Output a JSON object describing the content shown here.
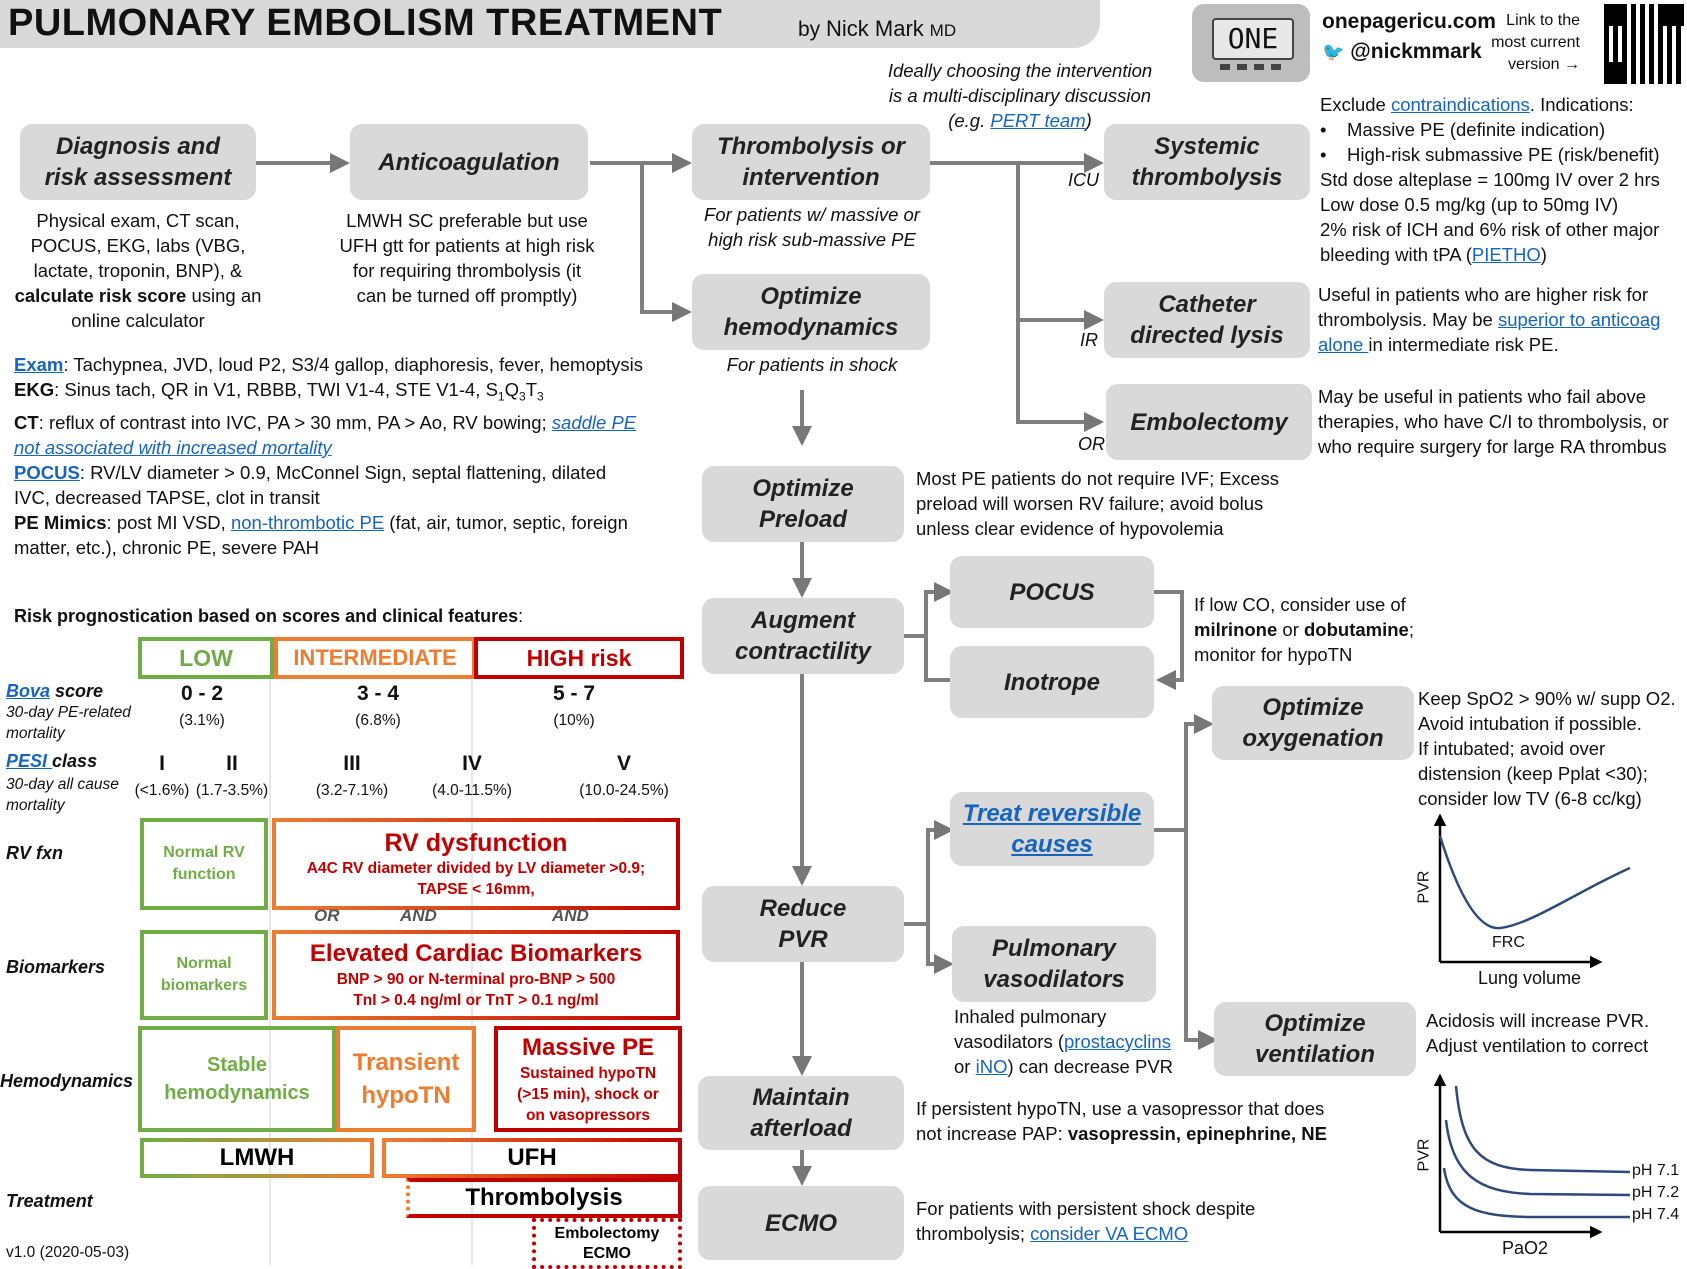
{
  "header": {
    "title": "PULMONARY EMBOLISM TREATMENT",
    "by": "by",
    "author": "Nick Mark",
    "suffix": "MD",
    "logo": "ONE",
    "site": "onepagericu.com",
    "twitter": "@nickmmark",
    "link_note": [
      "Link to the",
      "most current",
      "version →"
    ],
    "icons": {
      "logo": "one-logo-icon",
      "twitter": "twitter-icon",
      "qr": "qr-code-icon"
    }
  },
  "flow": {
    "note": [
      "Ideally choosing the intervention",
      "is a multi-disciplinary discussion",
      "(e.g. ",
      "PERT team",
      ")"
    ],
    "diagnosis": {
      "label": [
        "Diagnosis and",
        "risk assessment"
      ],
      "desc": [
        "Physical exam, CT scan,",
        "POCUS, EKG, labs (VBG,",
        "lactate, troponin, BNP), &",
        "calculate risk score",
        " using an",
        "online calculator"
      ]
    },
    "anticoag": {
      "label": "Anticoagulation",
      "desc": [
        "LMWH SC preferable but use",
        "UFH gtt for patients at high risk",
        "for requiring thrombolysis (it",
        "can be turned off promptly)"
      ]
    },
    "thrombolysis": {
      "label": [
        "Thrombolysis or",
        "intervention"
      ],
      "desc": [
        "For patients w/ massive or",
        "high risk sub-massive PE"
      ]
    },
    "optimize_hemo": {
      "label": [
        "Optimize",
        "hemodynamics"
      ],
      "desc": "For patients in shock"
    },
    "systemic": {
      "label": [
        "Systemic",
        "thrombolysis"
      ],
      "route": "ICU",
      "desc": {
        "l1a": "Exclude ",
        "l1b": "contraindications",
        ". Indications:": "",
        "l1c": ". Indications:",
        "bullets": [
          "Massive PE (definite indication)",
          "High-risk submassive PE (risk/benefit)"
        ],
        "l4": "Std dose alteplase = 100mg IV over 2 hrs",
        "l5": "Low dose 0.5 mg/kg (up to 50mg IV)",
        "l6": "2% risk of ICH and 6% risk of other major",
        "l7a": "bleeding with tPA (",
        "l7b": "PIETHO",
        "l7c": ")"
      }
    },
    "catheter": {
      "label": [
        "Catheter",
        "directed lysis"
      ],
      "route": "IR",
      "desc": {
        "l1": "Useful in patients who are higher risk for",
        "l2a": "thrombolysis. May be ",
        "l2b": "superior to anticoag",
        "l3a": "alone ",
        "l3b": "in intermediate risk PE."
      }
    },
    "embolectomy": {
      "label": "Embolectomy",
      "route": "OR",
      "desc": [
        "May be useful in patients who fail above",
        "therapies, who have C/I to thrombolysis, or",
        "who require surgery for large RA thrombus"
      ]
    },
    "preload": {
      "label": [
        "Optimize",
        "Preload"
      ],
      "desc": [
        "Most PE patients do not require IVF; Excess",
        "preload will worsen RV failure; avoid bolus",
        "unless clear evidence of hypovolemia"
      ]
    },
    "contractility": {
      "label": [
        "Augment",
        "contractility"
      ]
    },
    "pocus": {
      "label": "POCUS"
    },
    "inotrope": {
      "label": "Inotrope",
      "desc": {
        "l1": "If low CO, consider use of",
        "l2a": "milrinone",
        "l2b": " or ",
        "l2c": "dobutamine",
        ";": ";",
        "l2d": ";",
        "l3": "monitor for hypoTN"
      }
    },
    "oxygenation": {
      "label": [
        "Optimize",
        "oxygenation"
      ],
      "desc": [
        "Keep SpO2 > 90% w/ supp O2.",
        "Avoid intubation if possible.",
        "If intubated; avoid over",
        "distension (keep Pplat <30);",
        "consider low TV (6-8 cc/kg)"
      ]
    },
    "reversible": {
      "label": [
        "Treat reversible",
        "causes"
      ]
    },
    "pvr": {
      "label": [
        "Reduce",
        "PVR"
      ]
    },
    "vasodilators": {
      "label": [
        "Pulmonary",
        "vasodilators"
      ],
      "desc": {
        "l1": "Inhaled pulmonary",
        "l2a": "vasodilators (",
        "l2b": "prostacyclins",
        "l3a": "or ",
        "l3b": "iNO",
        ") can decrease PVR": "",
        "l3c": ") can decrease PVR"
      }
    },
    "ventilation": {
      "label": [
        "Optimize",
        "ventilation"
      ],
      "desc": [
        "Acidosis will increase PVR.",
        "Adjust ventilation to correct"
      ]
    },
    "afterload": {
      "label": [
        "Maintain",
        "afterload"
      ],
      "desc": {
        "l1": "If persistent hypoTN, use a vasopressor that does",
        "l2a": "not increase PAP: ",
        "l2b": "vasopressin, epinephrine, NE"
      }
    },
    "ecmo": {
      "label": "ECMO",
      "desc": {
        "l1": "For patients with persistent shock despite",
        "l2a": "thrombolysis; ",
        "l2b": "consider VA ECMO"
      }
    }
  },
  "findings": {
    "exam": [
      "Exam",
      ": Tachypnea, JVD, loud P2, S3/4 gallop, diaphoresis, fever, hemoptysis"
    ],
    "ekg": [
      "EKG",
      ": Sinus tach, QR in V1, RBBB, TWI V1-4, STE V1-4, S",
      "1",
      "Q",
      "3",
      "T",
      "3"
    ],
    "ct": [
      "CT",
      ": reflux of contrast into IVC, PA > 30 mm, PA > Ao, RV bowing; ",
      "saddle PE",
      "not associated with increased mortality"
    ],
    "pocus": [
      "POCUS",
      ": RV/LV diameter > 0.9, McConnel Sign, septal flattening, dilated",
      "IVC, decreased TAPSE, clot in transit"
    ],
    "mimics": [
      "PE Mimics",
      ": post MI VSD, ",
      "non-thrombotic PE",
      " (fat, air, tumor, septic, foreign",
      "matter, etc.), chronic PE, severe PAH"
    ]
  },
  "risk": {
    "title": "Risk prognostication based on scores and clinical features",
    "title_colon": ":",
    "cols": [
      "LOW",
      "INTERMEDIATE",
      "HIGH risk"
    ],
    "bova": {
      "name": "Bova",
      " score": "",
      "suffix": " score",
      "sub": [
        "30-day PE-related",
        "mortality"
      ],
      "vals": [
        "0 - 2",
        "3 - 4",
        "5 - 7"
      ],
      "pcts": [
        "(3.1%)",
        "(6.8%)",
        "(10%)"
      ]
    },
    "pesi": {
      "name": "PESI ",
      "suffix": "class",
      "sub": [
        "30-day all cause",
        "mortality"
      ],
      "classes": [
        "I",
        "II",
        "III",
        "IV",
        "V"
      ],
      "pcts": [
        "(<1.6%)",
        "(1.7-3.5%)",
        "(3.2-7.1%)",
        "(4.0-11.5%)",
        "(10.0-24.5%)"
      ]
    },
    "rv": {
      "label": "RV fxn",
      "normal": [
        "Normal RV",
        "function"
      ],
      "dys_title": "RV dysfunction",
      "dys_sub": [
        "A4C RV diameter divided by LV diameter >0.9;",
        "TAPSE < 16mm,"
      ]
    },
    "conj": [
      "OR",
      "AND",
      "AND"
    ],
    "bio": {
      "label": "Biomarkers",
      "normal": [
        "Normal",
        "biomarkers"
      ],
      "elev_title": "Elevated Cardiac Biomarkers",
      "elev_sub": [
        "BNP > 90 or N-terminal pro-BNP > 500",
        "TnI > 0.4 ng/ml or TnT > 0.1 ng/ml"
      ]
    },
    "hemo": {
      "label": "Hemodynamics",
      "stable": [
        "Stable",
        "hemodynamics"
      ],
      "transient": [
        "Transient",
        "hypoTN"
      ],
      "massive_title": "Massive PE",
      "massive_sub": [
        "Sustained hypoTN",
        "(>15 min), shock or",
        "on vasopressors"
      ]
    },
    "treatment": {
      "label": "Treatment",
      "lmwh": "LMWH",
      "ufh": "UFH",
      "thrombolysis": "Thrombolysis",
      "embolectomy": [
        "Embolectomy",
        "ECMO"
      ]
    }
  },
  "graphs": {
    "oxy": {
      "ylabel": "PVR",
      "xlabel": "Lung volume",
      "marker": "FRC"
    },
    "vent": {
      "ylabel": "PVR",
      "xlabel": "PaO2",
      "series": [
        "pH 7.1",
        "pH 7.2",
        "pH 7.4"
      ]
    }
  },
  "version": "v1.0 (2020-05-03)",
  "colors": {
    "box": "#d9d9d9",
    "link": "#1565c0",
    "green": "#70ad47",
    "orange": "#ed7d31",
    "red": "#c00000",
    "curve": "#2e4a7d"
  }
}
